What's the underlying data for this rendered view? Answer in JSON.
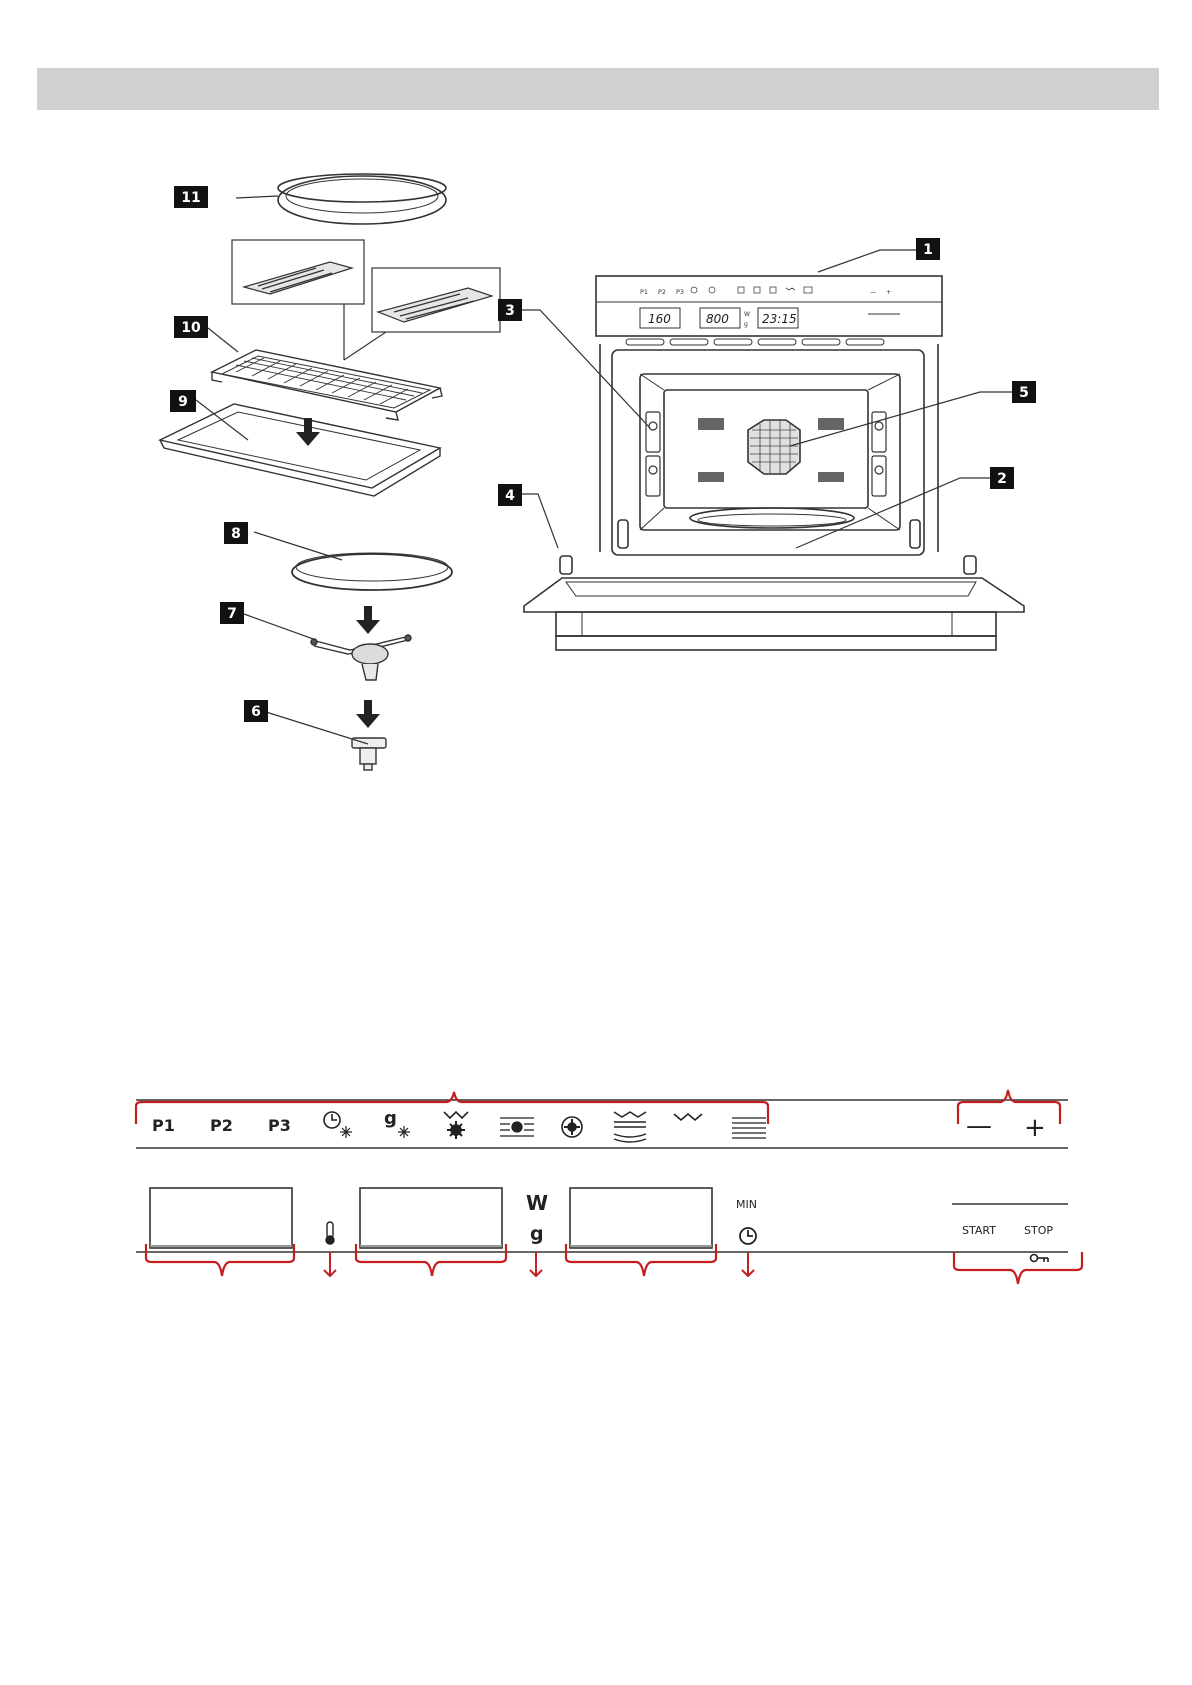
{
  "callouts": [
    "1",
    "2",
    "3",
    "4",
    "5",
    "6",
    "7",
    "8",
    "9",
    "10",
    "11"
  ],
  "oven_display": {
    "temp": "160",
    "power": "800",
    "time": "23:15",
    "power_unit_w": "W",
    "power_unit_g": "g",
    "buttons": [
      "P1",
      "P2",
      "P3"
    ],
    "minus": "—",
    "plus": "+"
  },
  "control_panel": {
    "programs": [
      "P1",
      "P2",
      "P3"
    ],
    "minus": "—",
    "plus": "+",
    "unit_w": "W",
    "unit_g": "g",
    "min_label": "MIN",
    "start_label": "START",
    "stop_label": "STOP"
  },
  "icons": {
    "timer_defrost": "timer-defrost-icon",
    "weight_defrost": "weight-defrost-icon",
    "grill_fan": "grill-fan-icon",
    "fan_heat": "fan-heat-icon",
    "fan": "fan-icon",
    "top_bottom_heat": "top-bottom-heat-icon",
    "grill": "grill-icon",
    "microwave": "microwave-icon",
    "thermometer": "thermometer-icon",
    "clock": "clock-icon",
    "key_lock": "key-lock-icon"
  },
  "colors": {
    "bracket": "#c41e1e",
    "line": "#222222",
    "header": "#d0d0d0"
  }
}
